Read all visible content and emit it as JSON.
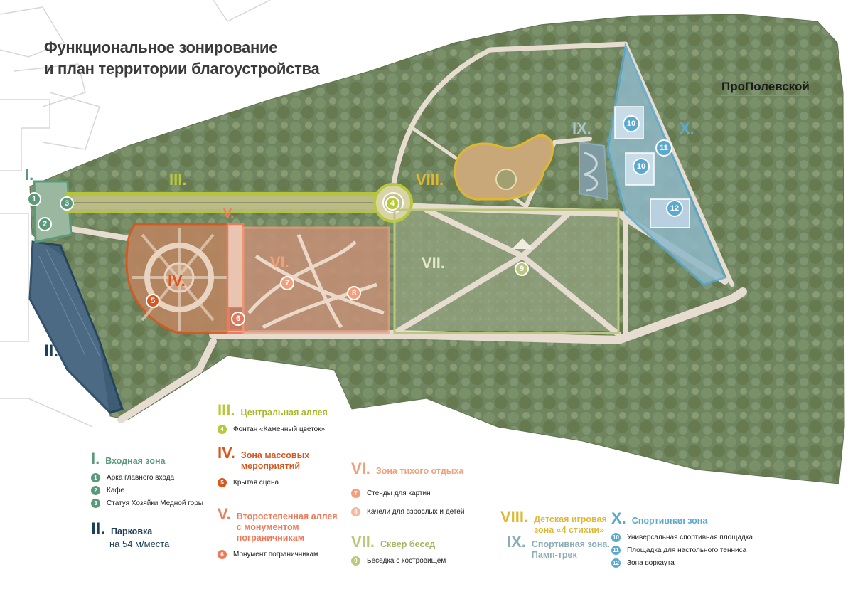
{
  "title": {
    "line1": "Функциональное зонирование",
    "line2": "и план территории благоустройства"
  },
  "brand": "ПроПолевской",
  "colors": {
    "zone_I": "#5a9a7a",
    "zone_II": "#1d3f5c",
    "zone_III": "#b8c83a",
    "zone_IV": "#d9571e",
    "zone_V": "#ef7a5a",
    "zone_VI": "#f2a07c",
    "zone_VII": "#bcc67c",
    "zone_VIII": "#e0b830",
    "zone_IX": "#8aaeb8",
    "zone_X": "#5aaad0"
  },
  "map_labels": {
    "I": "I.",
    "II": "II.",
    "III": "III.",
    "IV": "IV.",
    "V": "V.",
    "VI": "VI.",
    "VII": "VII.",
    "VIII": "VIII.",
    "IX": "IX.",
    "X": "X."
  },
  "markers": [
    "1",
    "2",
    "3",
    "4",
    "5",
    "6",
    "7",
    "8",
    "9",
    "10",
    "11",
    "10",
    "12"
  ],
  "legend": {
    "zone_I": {
      "num": "I.",
      "title": "Входная зона",
      "items": [
        {
          "n": "1",
          "label": "Арка главного входа"
        },
        {
          "n": "2",
          "label": "Кафе"
        },
        {
          "n": "3",
          "label": "Статуя Хозяйки Медной горы"
        }
      ]
    },
    "zone_II": {
      "num": "II.",
      "title_line1": "Парковка",
      "title_line2": "на 54 м/места"
    },
    "zone_III": {
      "num": "III.",
      "title": "Центральная аллея",
      "items": [
        {
          "n": "4",
          "label": "Фонтан «Каменный цветок»"
        }
      ]
    },
    "zone_IV": {
      "num": "IV.",
      "title_line1": "Зона массовых",
      "title_line2": "мероприятий",
      "items": [
        {
          "n": "5",
          "label": "Крытая сцена"
        }
      ]
    },
    "zone_V": {
      "num": "V.",
      "title_line1": "Второстепенная аллея",
      "title_line2": "с монументом",
      "title_line3": "пограничникам",
      "items": [
        {
          "n": "6",
          "label": "Монумент пограничникам"
        }
      ]
    },
    "zone_VI": {
      "num": "VI.",
      "title": "Зона тихого отдыха",
      "items": [
        {
          "n": "7",
          "label": "Стенды для картин"
        },
        {
          "n": "8",
          "label": "Качели для взрослых и детей"
        }
      ]
    },
    "zone_VII": {
      "num": "VII.",
      "title": "Сквер бесед",
      "items": [
        {
          "n": "9",
          "label": "Беседка с костровищем"
        }
      ]
    },
    "zone_VIII": {
      "num": "VIII.",
      "title_line1": "Детская игровая",
      "title_line2": "зона «4 стихии»"
    },
    "zone_IX": {
      "num": "IX.",
      "title_line1": "Спортивная зона.",
      "title_line2": "Памп-трек"
    },
    "zone_X": {
      "num": "X.",
      "title": "Спортивная зона",
      "items": [
        {
          "n": "10",
          "label": "Универсальная спортивная площадка"
        },
        {
          "n": "11",
          "label": "Площадка для настольного тенниса"
        },
        {
          "n": "12",
          "label": "Зона воркаута"
        }
      ]
    }
  }
}
